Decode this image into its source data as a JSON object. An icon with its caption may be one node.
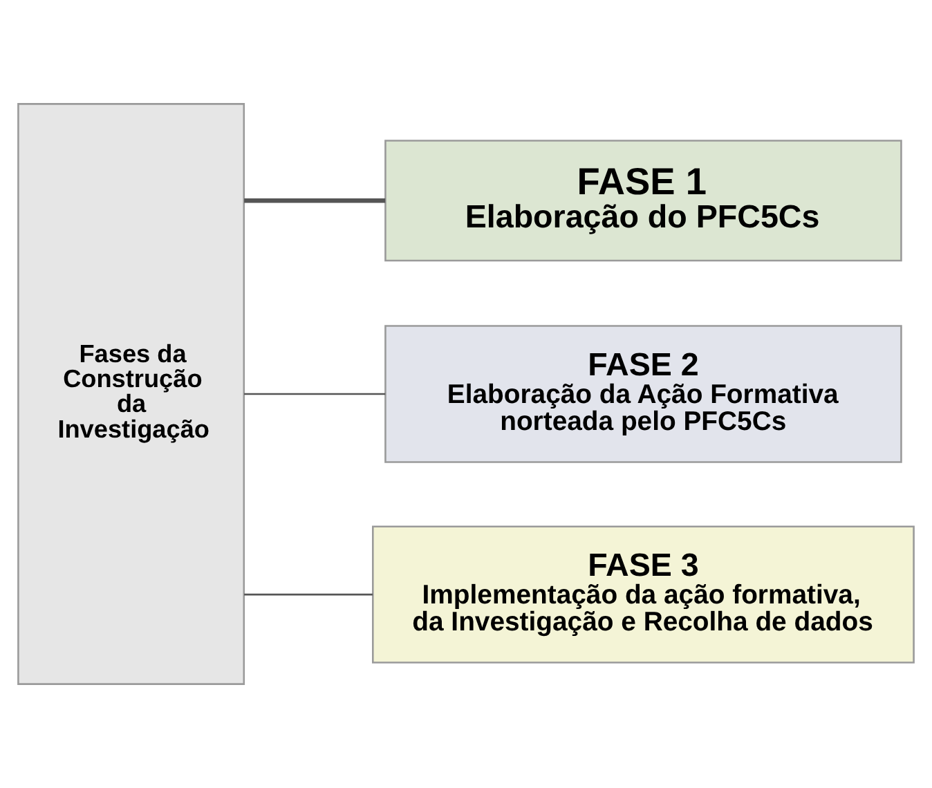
{
  "diagram": {
    "nodes": [
      {
        "text": [
          "Fases da Construção da Investigação"
        ]
      },
      {
        "text": [
          "FASE 1",
          "Elaboração do PFC5Cs"
        ]
      },
      {
        "text": [
          "FASE 2",
          "Elaboração da Ação Formativa norteada pelo PFC5Cs"
        ]
      },
      {
        "text": [
          "FASE 3",
          "Implementação da ação formativa, da Investigação e Recolha de dados"
        ]
      }
    ],
    "edges": [
      {
        "from": 0,
        "to": 1,
        "arrow": "none",
        "style": "thick"
      },
      {
        "from": 0,
        "to": 2,
        "arrow": "none"
      },
      {
        "from": 0,
        "to": 3,
        "arrow": "none"
      }
    ]
  }
}
